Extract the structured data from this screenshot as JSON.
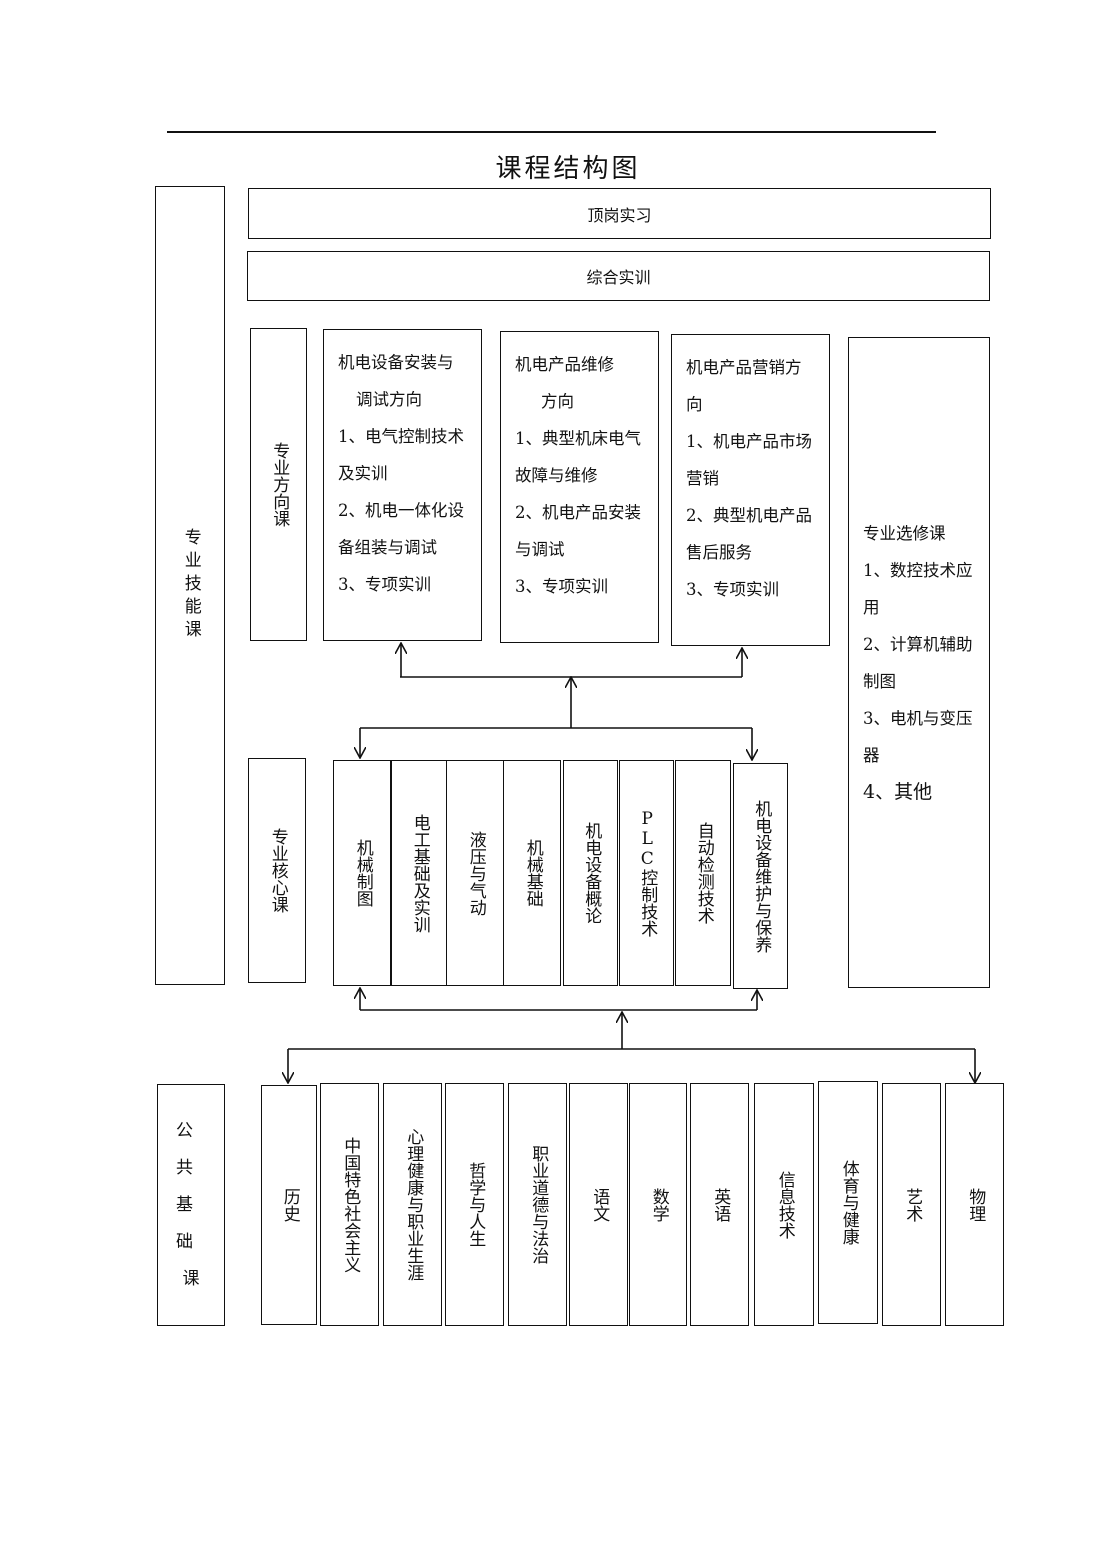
{
  "title": "课程结构图",
  "skill_label": "专业技能课",
  "top_bars": {
    "internship": "顶岗实习",
    "comprehensive": "综合实训"
  },
  "direction_label": "专业方向课",
  "directions": [
    {
      "lines": [
        "机电设备安装与",
        "调试方向",
        "1、电气控制技术",
        "及实训",
        "2、机电一体化设",
        "备组装与调试",
        "3、专项实训"
      ]
    },
    {
      "lines": [
        "机电产品维修",
        "方向",
        "1、典型机床电气",
        "故障与维修",
        "2、机电产品安装",
        "与调试",
        "3、专项实训"
      ]
    },
    {
      "lines": [
        "机电产品营销方",
        "向",
        "1、机电产品市场",
        "营销",
        "2、典型机电产品",
        "售后服务",
        "3、专项实训"
      ]
    }
  ],
  "electives": {
    "lines": [
      "专业选修课",
      "1、数控技术应",
      "用",
      "2、计算机辅助",
      "制图",
      "3、电机与变压",
      "器",
      "4、其他"
    ]
  },
  "core_label": "专业核心课",
  "core_courses": [
    "机械制图",
    "电工基础及实训",
    "液压与气动",
    "机械基础",
    "机电设备概论",
    "PLC控制技术",
    "自动检测技术",
    "机电设备维护与保养"
  ],
  "public_label": {
    "line1": "公共",
    "line2": "基础",
    "line3": "课"
  },
  "public_courses": [
    "历史",
    "中国特色社会主义",
    "心理健康与职业生涯",
    "哲学与人生",
    "职业道德与法治",
    "语文",
    "数学",
    "英语",
    "信息技术",
    "体育与健康",
    "艺术",
    "物理"
  ]
}
